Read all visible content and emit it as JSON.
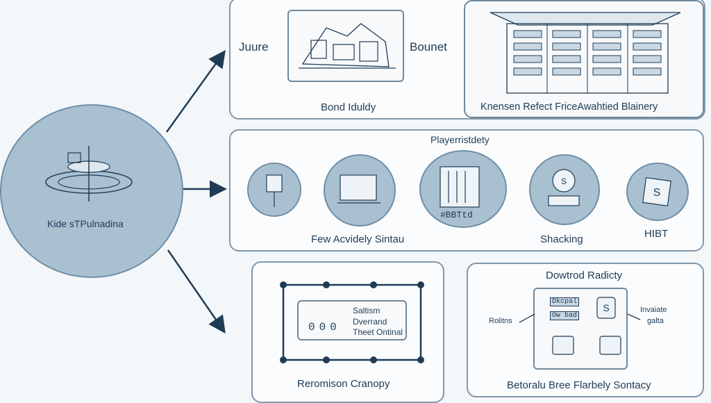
{
  "hub": {
    "label": "Kide sTPulnadina"
  },
  "top_panel": {
    "left_label": "Juure",
    "right_label": "Bounet",
    "caption": "Bond Iduldy",
    "side_caption": "Knensen Refect FriceAwahtied Blainery"
  },
  "middle_panel": {
    "title": "Playerristdety",
    "captions": [
      "Few Acvidely Sintau",
      "Shacking",
      "HIBT"
    ],
    "badge_text": "#BBTtd"
  },
  "bottom_left": {
    "lines": [
      "Saltism",
      "Dverrand",
      "Theet Ontinal"
    ],
    "digits": "000",
    "caption": "Reromison Cranopy"
  },
  "bottom_right": {
    "title": "Dowtrod Radicty",
    "left_note": "Rolitns",
    "right_note_1": "Invaiate",
    "right_note_2": "galta",
    "chip_1": "Dkcpal",
    "chip_2": "Ow bad",
    "caption": "Betoralu Bree Flarbely Sontacy"
  },
  "colors": {
    "ink": "#1f3b55",
    "line": "#7f98ad",
    "fill": "#a9c0d1",
    "bg": "#f4f7f9"
  }
}
